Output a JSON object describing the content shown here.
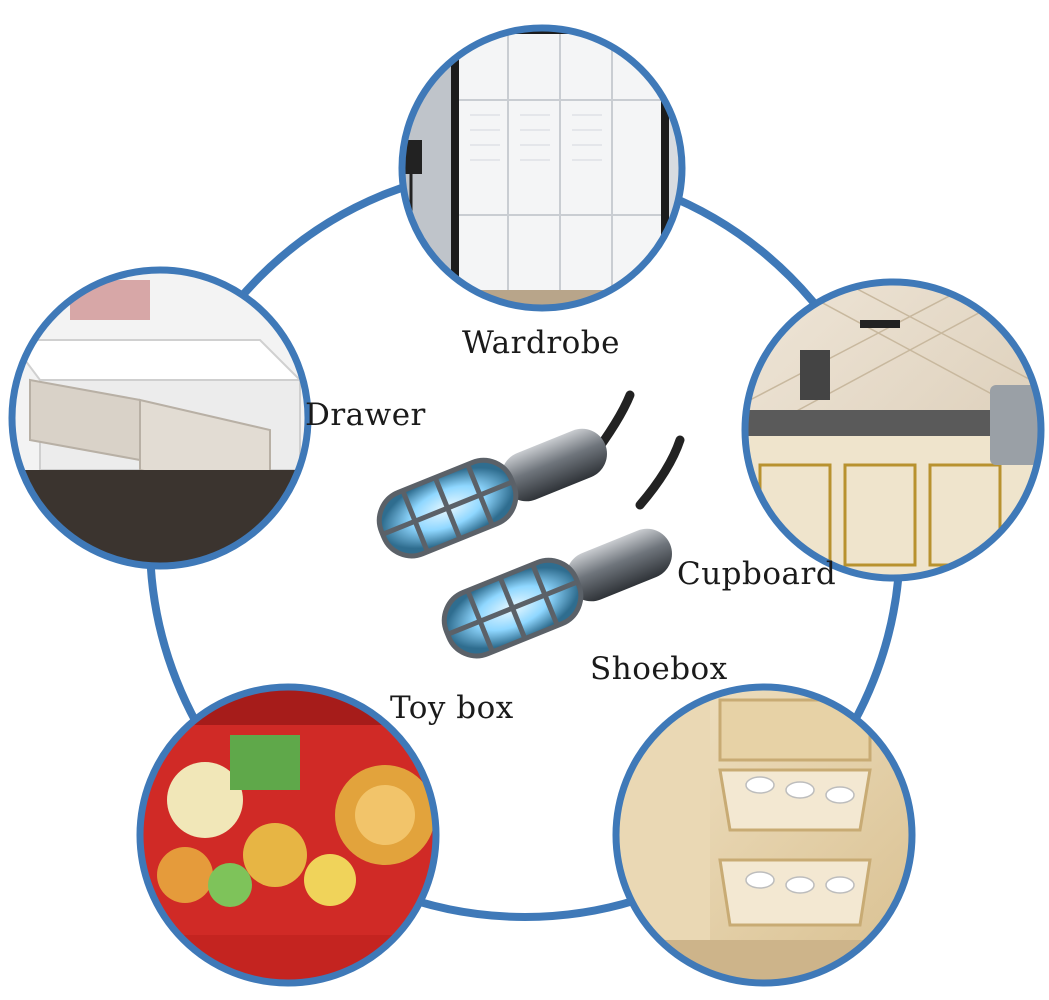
{
  "colors": {
    "ring": "#3f79b8",
    "frame": "#3f79b8",
    "uv_glow": "#8fd7ff",
    "metal": "#7a8088"
  },
  "labels": {
    "wardrobe": "Wardrobe",
    "drawer": "Drawer",
    "cupboard": "Cupboard",
    "shoebox": "Shoebox",
    "toy_box": "Toy box"
  },
  "photos": [
    {
      "id": "wardrobe",
      "subject": "white wardrobe cabinets"
    },
    {
      "id": "drawer",
      "subject": "open white drawers"
    },
    {
      "id": "cupboard",
      "subject": "kitchen stove and cupboard"
    },
    {
      "id": "shoebox",
      "subject": "tilt-out shoe cabinet"
    },
    {
      "id": "toy_box",
      "subject": "box of plush toys"
    }
  ],
  "product": {
    "icon": "uv-shoe-dryer-pair-icon"
  }
}
